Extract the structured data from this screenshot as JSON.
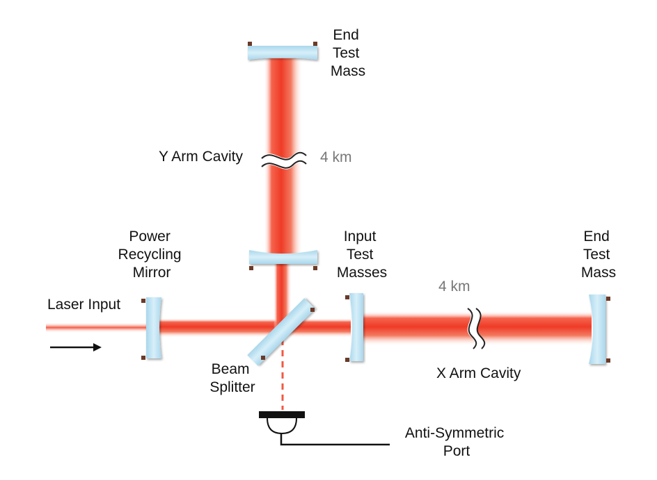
{
  "labels": {
    "end_test_mass_top": [
      "End",
      "Test",
      "Mass"
    ],
    "y_arm_cavity": "Y Arm Cavity",
    "y_arm_length": "4  km",
    "power_recycling_mirror": [
      "Power",
      "Recycling",
      "Mirror"
    ],
    "input_test_masses": [
      "Input",
      "Test",
      "Masses"
    ],
    "end_test_mass_right": [
      "End",
      "Test",
      "Mass"
    ],
    "laser_input": "Laser Input",
    "x_arm_length": "4  km",
    "x_arm_cavity": "X Arm Cavity",
    "beam_splitter": [
      "Beam",
      "Splitter"
    ],
    "anti_symmetric_port": [
      "Anti-Symmetric",
      "Port"
    ]
  },
  "colors": {
    "beam": "#f03a28",
    "mirror_fill": "#c6e6f3",
    "mount": "#6b3a28"
  }
}
